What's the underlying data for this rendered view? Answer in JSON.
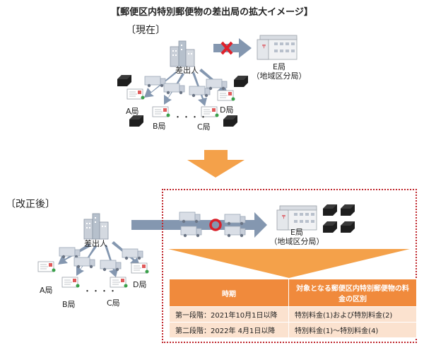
{
  "title": "【郵便区内特別郵便物の差出局の拡大イメージ】",
  "current": {
    "heading": "〔現在〕",
    "sender_label": "差出人",
    "e_office": "E局",
    "e_office_sub": "（地域区分局）",
    "offices": [
      "A局",
      "B局",
      "C局",
      "D局"
    ],
    "dots": "・・・・"
  },
  "revised": {
    "heading": "〔改正後〕",
    "sender_label": "差出人",
    "e_office": "E局",
    "e_office_sub": "（地域区分局）",
    "offices": [
      "A局",
      "B局",
      "C局",
      "D局"
    ],
    "dots": "・・・・"
  },
  "schedule": {
    "headers": [
      "時期",
      "対象となる郵便区内特別郵便物の料金の区別"
    ],
    "rows": [
      [
        "第一段階：2021年10月1日以降",
        "特別料金(1)および特別料金(2)"
      ],
      [
        "第二段階：2022年 4月1日以降",
        "特別料金(1)～特別料金(4)"
      ]
    ]
  },
  "colors": {
    "accent": "#f08a3c",
    "table_row": "#fbe2cf",
    "arrow": "#8497b0",
    "cross": "#e0202a",
    "ring": "#d9202a",
    "dashed": "#c0272d"
  }
}
